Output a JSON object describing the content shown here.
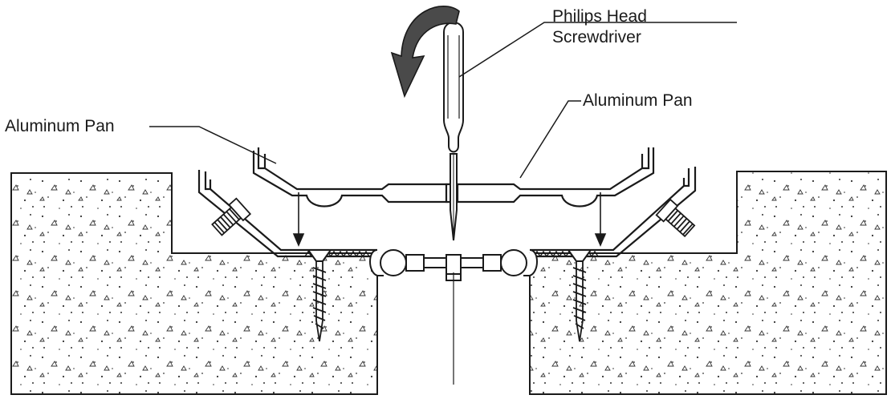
{
  "labels": {
    "screwdriver_line1": "Philips Head",
    "screwdriver_line2": "Screwdriver",
    "pan_left": "Aluminum Pan",
    "pan_right": "Aluminum Pan"
  },
  "colors": {
    "ink": "#1a1a1a",
    "arrow": "#4a4a4a",
    "fill": "#ffffff"
  }
}
